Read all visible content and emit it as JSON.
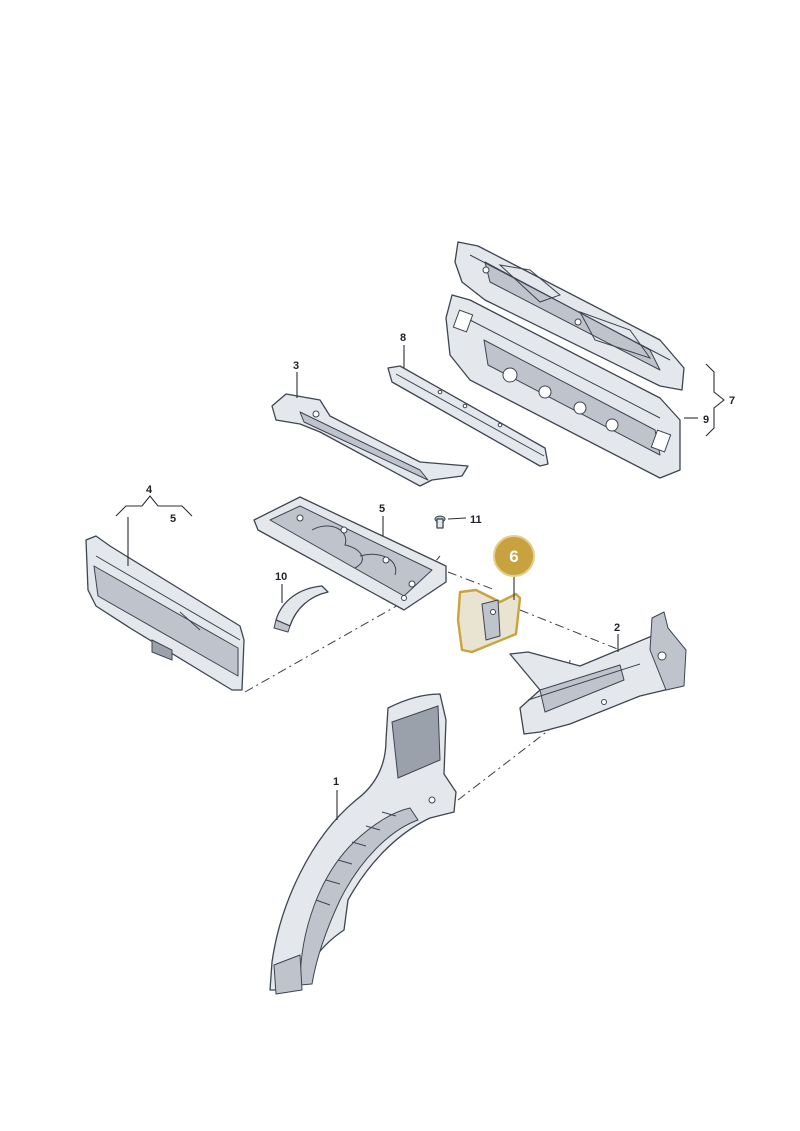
{
  "callouts": {
    "c1": "1",
    "c2": "2",
    "c3": "3",
    "c4": "4",
    "c5a": "5",
    "c5b": "5",
    "c7": "7",
    "c8": "8",
    "c9": "9",
    "c10": "10",
    "c11": "11"
  },
  "highlight": {
    "label": "6",
    "color": "#c8a23e"
  }
}
